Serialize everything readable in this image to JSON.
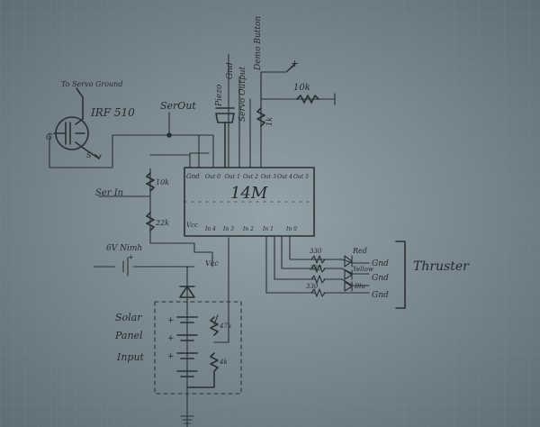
{
  "paper": {
    "color": "#8a979e",
    "grid_color": "#7c8b93",
    "ink": "#2b2f33"
  },
  "labels": {
    "to_servo_ground": "To Servo Ground",
    "mosfet": "IRF 510",
    "gate": "G",
    "source": "S",
    "ser_out": "SerOut",
    "piezo": "Piezo",
    "gnd_top": "Gnd",
    "servo_output": "Servo Output",
    "demo_button": "Demo Button",
    "r_10k_top": "10k",
    "r_1k": "1k",
    "plus": "+",
    "ser_in": "Ser In",
    "r_10k_left": "10k",
    "r_22k": "22k",
    "battery": "6V Nimh",
    "vcc": "Vcc",
    "chip_name": "14M",
    "chip_gnd": "Gnd",
    "chip_vcc": "Vcc",
    "out0": "Out 0",
    "out1": "Out 1",
    "out2": "Out 2",
    "out3": "Out 3",
    "out4": "Out 4",
    "out5": "Out 5",
    "in4": "In 4",
    "in3": "In 3",
    "in2": "In 2",
    "in1": "In 1",
    "in0": "In 0",
    "r_330_1": "330",
    "r_330_2": "330",
    "r_330_3": "330",
    "led_red": "Red",
    "led_yellow": "Yellow",
    "led_blue": "Blu",
    "gnd_1": "Gnd",
    "gnd_2": "Gnd",
    "gnd_3": "Gnd",
    "thruster": "Thruster",
    "solar_1": "Solar",
    "solar_2": "Panel",
    "solar_3": "Input",
    "r_47k": "47k",
    "r_4k": "4k"
  }
}
